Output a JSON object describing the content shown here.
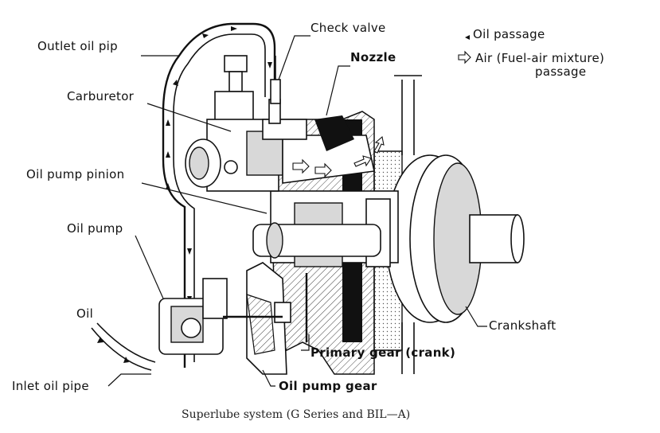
{
  "labels": {
    "check_valve": "Check valve",
    "outlet_oil_pipe": "Outlet oil pip",
    "nozzle": "Nozzle",
    "carburetor": "Carburetor",
    "oil_pump_pinion": "Oil pump pinion",
    "oil_pump": "Oil pump",
    "oil": "Oil",
    "inlet_oil_pipe": "Inlet oil pipe",
    "crankshaft": "Crankshaft",
    "primary_gear": "Primary gear (crank)",
    "oil_pump_gear": "Oil pump gear"
  },
  "legend": {
    "oil_passage": "Oil passage",
    "air_line1": "Air  (Fuel-air mixture)",
    "air_line2": "passage"
  },
  "caption": "Superlube system (G Series and BIL—A)",
  "icons": [
    "oil-passage-arrow-icon",
    "air-passage-arrow-icon"
  ]
}
